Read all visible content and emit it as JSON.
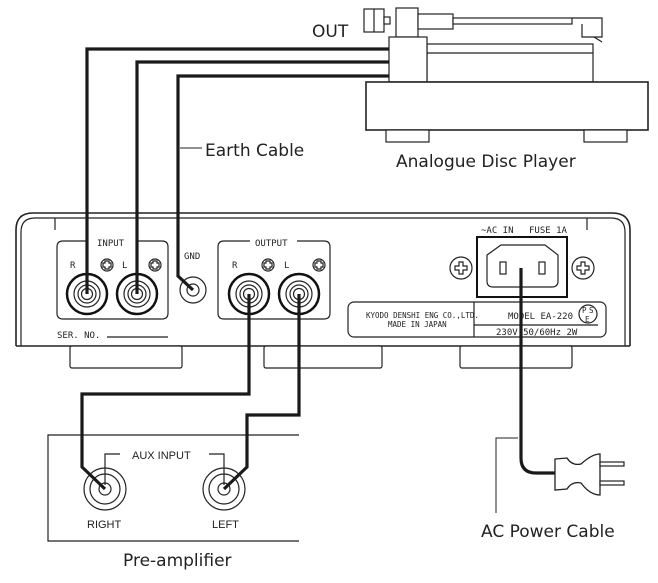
{
  "diagram": {
    "title_labels": {
      "out": "OUT",
      "earth_cable": "Earth Cable",
      "analogue_disc_player": "Analogue Disc Player",
      "ac_power_cable": "AC Power Cable",
      "pre_amplifier": "Pre-amplifier"
    },
    "rear_panel": {
      "input_group": "INPUT",
      "output_group": "OUTPUT",
      "gnd": "GND",
      "right": "R",
      "left": "L",
      "ser_no": "SER. NO.",
      "ac_in": "~AC IN",
      "fuse": "FUSE 1A",
      "nameplate": {
        "maker": "KYODO DENSHI ENG CO.,LTD.",
        "origin": "MADE IN JAPAN",
        "model": "MODEL EA-220",
        "rating": "230V  50/60Hz   2W",
        "pse_mark": [
          "P",
          "S",
          "E"
        ]
      }
    },
    "pre_amp": {
      "group": "AUX INPUT",
      "right": "RIGHT",
      "left": "LEFT"
    },
    "connections": [
      {
        "from": "Analogue Disc Player OUT (R)",
        "to": "INPUT R"
      },
      {
        "from": "Analogue Disc Player OUT (L)",
        "to": "INPUT L"
      },
      {
        "from": "Analogue Disc Player earth",
        "to": "GND",
        "label": "Earth Cable"
      },
      {
        "from": "OUTPUT R",
        "to": "AUX INPUT RIGHT"
      },
      {
        "from": "OUTPUT L",
        "to": "AUX INPUT LEFT"
      },
      {
        "from": "AC IN",
        "to": "Mains plug",
        "label": "AC Power Cable"
      }
    ]
  }
}
